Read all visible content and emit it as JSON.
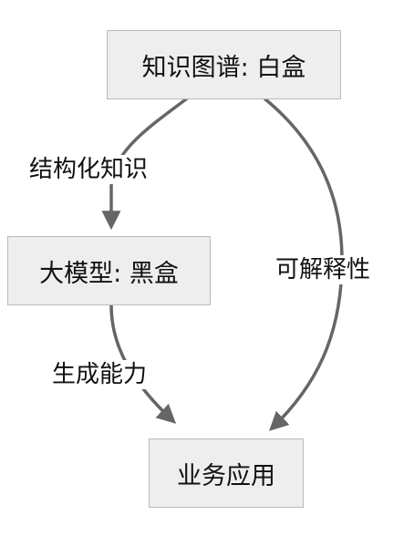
{
  "nodes": {
    "kg": {
      "label": "知识图谱: 白盒"
    },
    "llm": {
      "label": "大模型: 黑盒"
    },
    "app": {
      "label": "业务应用"
    }
  },
  "edges": {
    "kg_to_llm": {
      "label": "结构化知识"
    },
    "llm_to_app": {
      "label": "生成能力"
    },
    "kg_to_app": {
      "label": "可解释性"
    }
  },
  "colors": {
    "node_fill": "#eeeeee",
    "node_border": "#bbbbbb",
    "edge": "#666666",
    "text": "#111111"
  }
}
